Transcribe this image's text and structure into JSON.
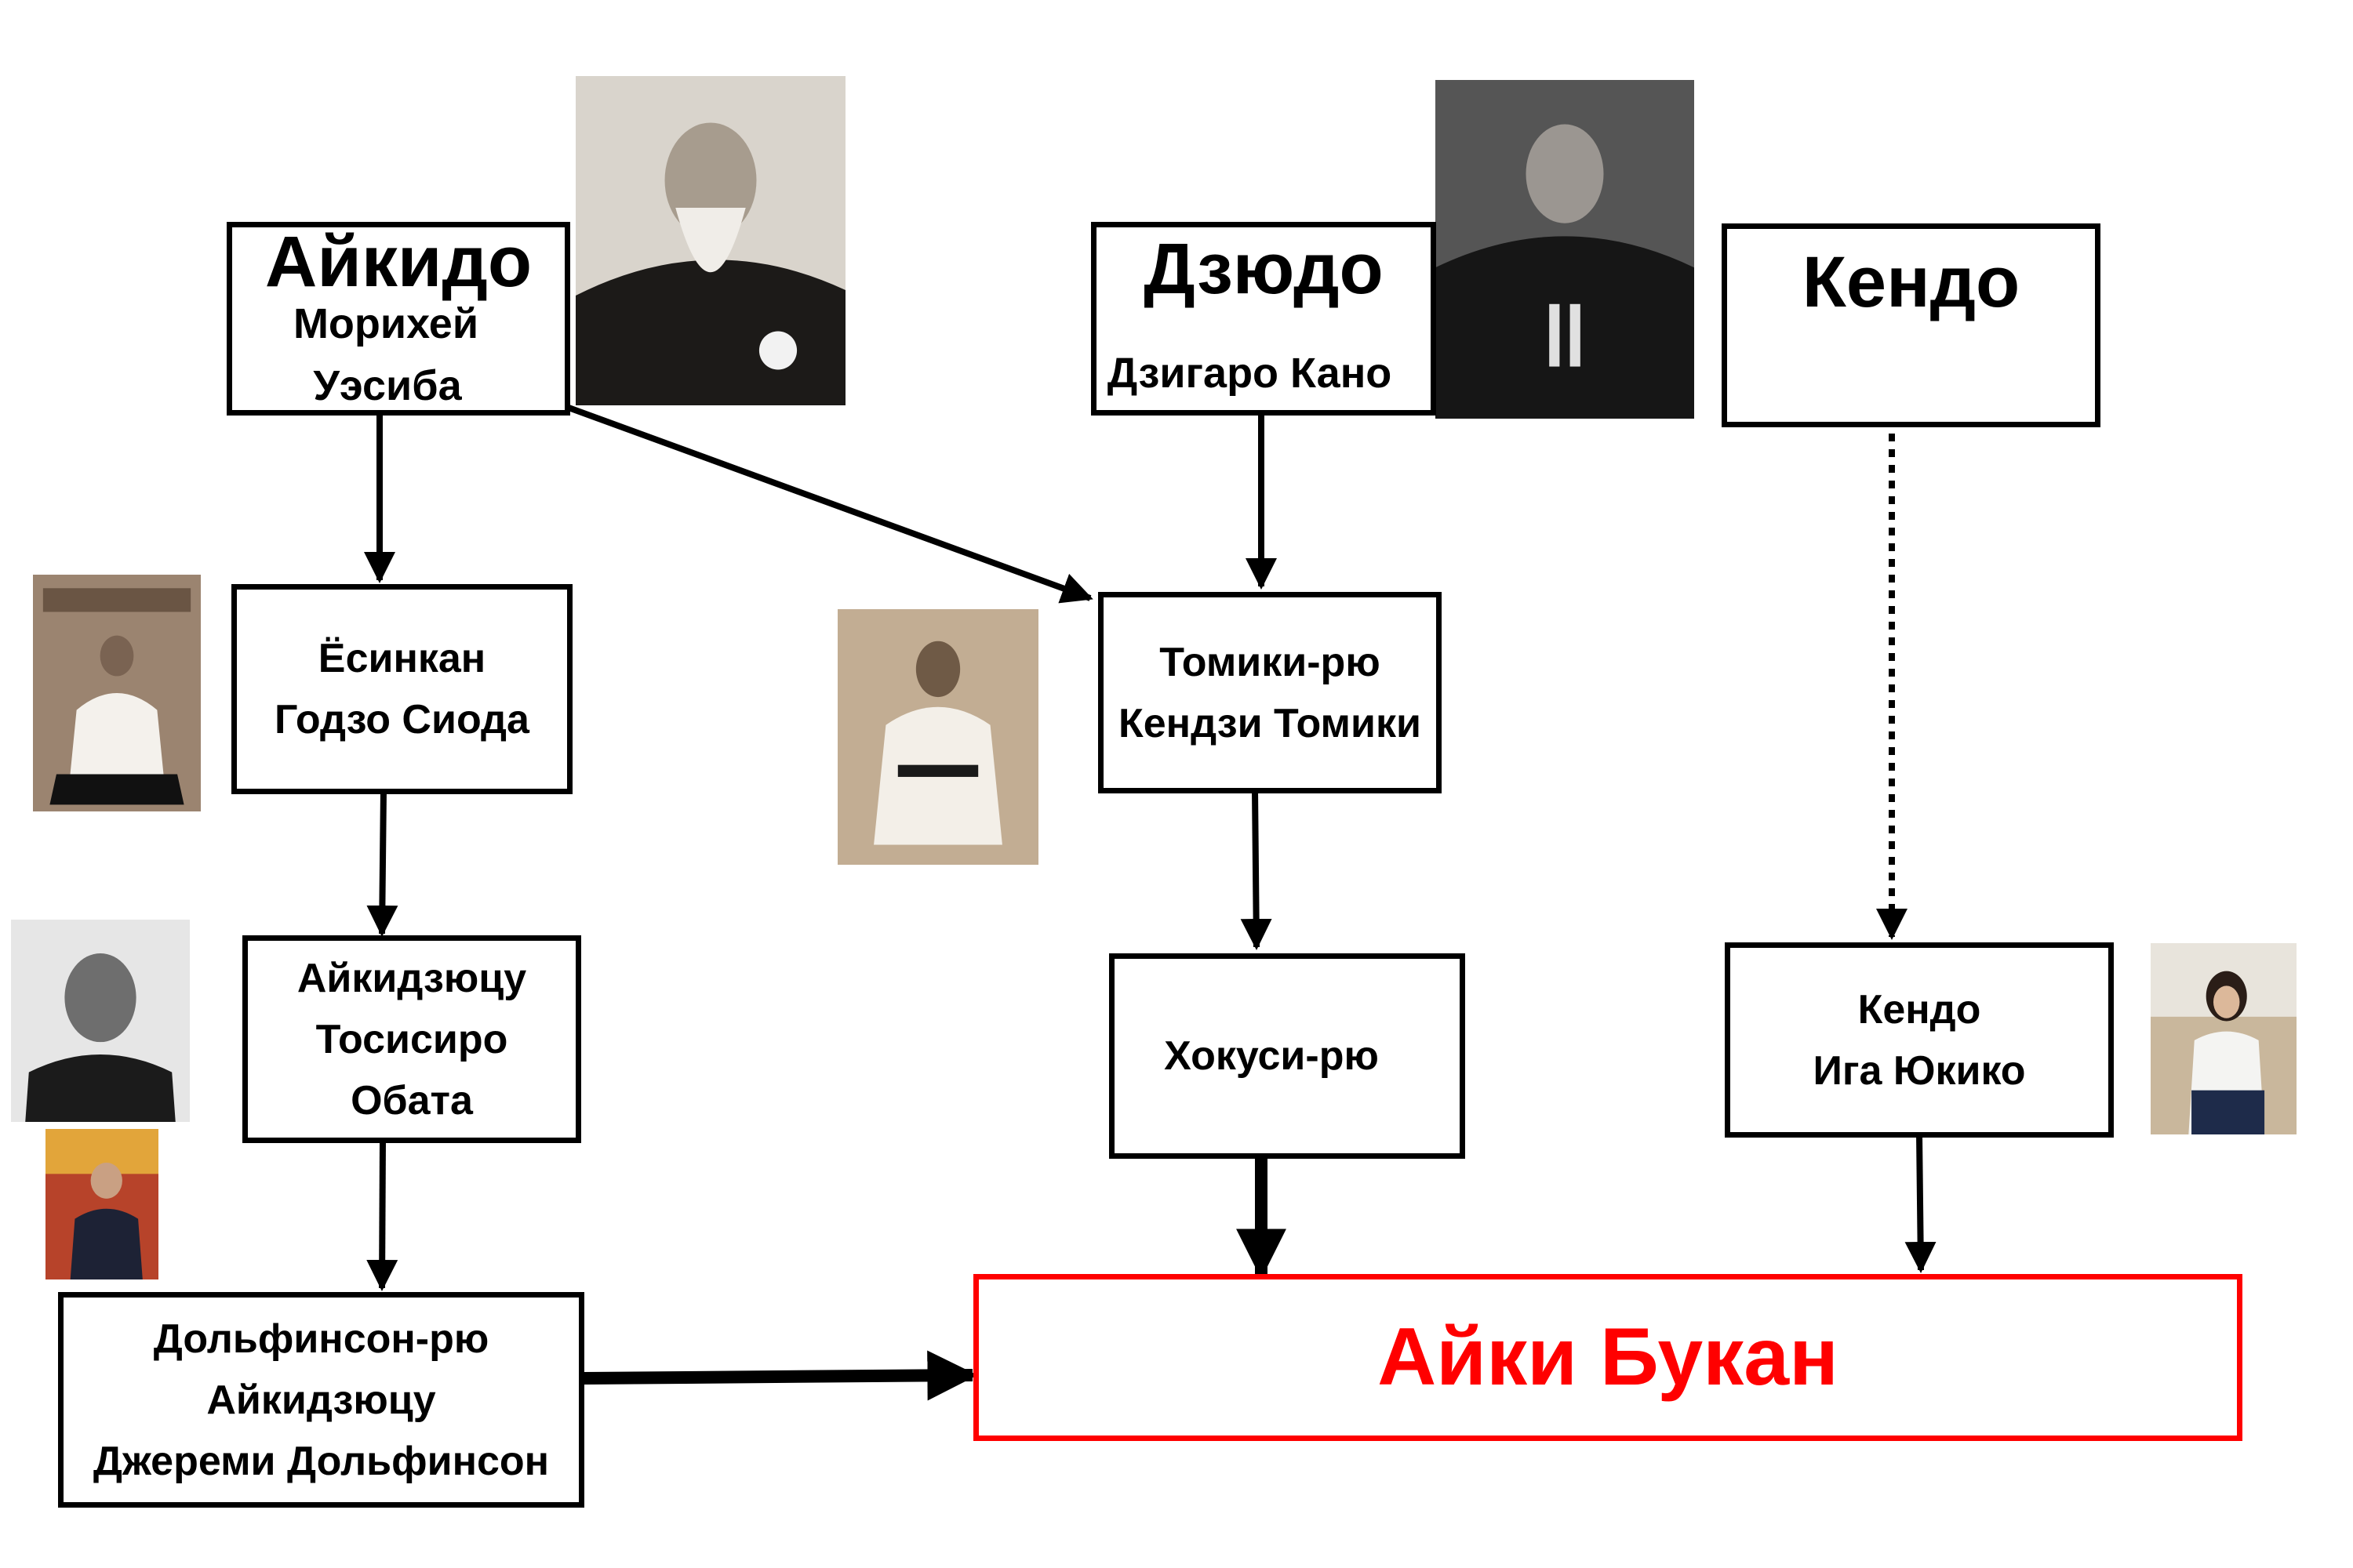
{
  "nodes": {
    "aikido": {
      "title": "Айкидо",
      "lines": [
        "Морихей",
        "Уэсиба"
      ]
    },
    "judo": {
      "title": "Дзюдо",
      "lines": [
        "Дзигаро Кано"
      ]
    },
    "kendo": {
      "title": "Кендо"
    },
    "yoshinkan": {
      "lines": [
        "Ёсинкан",
        "Годзо Сиода"
      ]
    },
    "tomiki": {
      "lines": [
        "Томики-рю",
        "Кендзи Томики"
      ]
    },
    "aikijujutsu": {
      "lines": [
        "Айкидзюцу",
        "Тосисиро",
        "Обата"
      ]
    },
    "hokushi": {
      "lines": [
        "Хокуси-рю"
      ]
    },
    "kendo_iga": {
      "lines": [
        "Кендо",
        "Ига Юкико"
      ]
    },
    "dolphinson": {
      "lines": [
        "Дольфинсон-рю",
        "Айкидзюцу",
        "Джереми Дольфинсон"
      ]
    },
    "aiki_bukan": {
      "title": "Айки Букан"
    }
  },
  "colors": {
    "box_border": "#000000",
    "final_accent": "#ff0000",
    "arrow": "#000000"
  },
  "photos": [
    {
      "id": "ueshiba",
      "icon": "portrait-photo",
      "tone": "sepia"
    },
    {
      "id": "kano",
      "icon": "portrait-photo",
      "tone": "gray"
    },
    {
      "id": "shioda",
      "icon": "portrait-photo",
      "tone": "sepia"
    },
    {
      "id": "tomiki",
      "icon": "portrait-photo",
      "tone": "sepia"
    },
    {
      "id": "obata",
      "icon": "portrait-photo",
      "tone": "gray"
    },
    {
      "id": "dolphinson",
      "icon": "portrait-photo",
      "tone": "color"
    },
    {
      "id": "iga",
      "icon": "portrait-photo",
      "tone": "color"
    }
  ],
  "edges": [
    {
      "from": "aikido",
      "to": "yoshinkan",
      "style": "solid"
    },
    {
      "from": "aikido",
      "to": "tomiki",
      "style": "solid"
    },
    {
      "from": "judo",
      "to": "tomiki",
      "style": "solid"
    },
    {
      "from": "kendo",
      "to": "kendo_iga",
      "style": "dotted"
    },
    {
      "from": "yoshinkan",
      "to": "aikijujutsu",
      "style": "solid"
    },
    {
      "from": "aikijujutsu",
      "to": "dolphinson",
      "style": "solid"
    },
    {
      "from": "tomiki",
      "to": "hokushi",
      "style": "solid"
    },
    {
      "from": "hokushi",
      "to": "aiki_bukan",
      "style": "solid"
    },
    {
      "from": "kendo_iga",
      "to": "aiki_bukan",
      "style": "solid"
    },
    {
      "from": "dolphinson",
      "to": "aiki_bukan",
      "style": "solid"
    }
  ]
}
